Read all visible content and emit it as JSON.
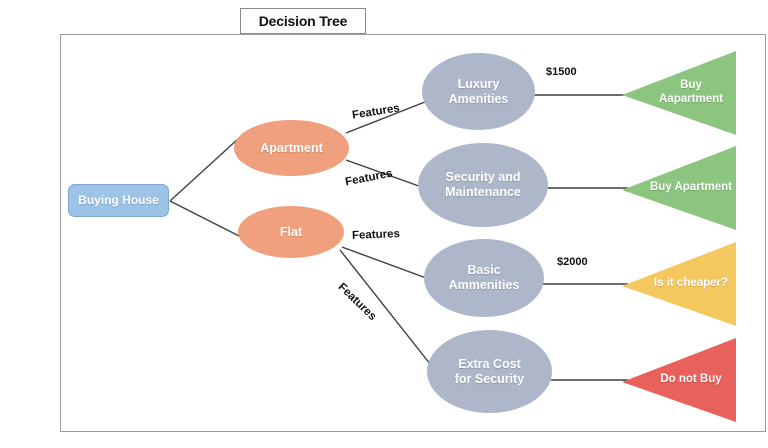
{
  "title": {
    "text": "Decision Tree"
  },
  "colors": {
    "root_fill": "#9dc3e6",
    "branch_fill": "#f0a07c",
    "feature_fill": "#aeb6c9",
    "buy_fill": "#8cc островc",
    "green": "#8cc57f",
    "yellow": "#f6c košt",
    "amber": "#f5c75f",
    "red": "#e8615c",
    "frame_border": "#9c9c9c",
    "edge_stroke": "#3f3f3f"
  },
  "nodes": {
    "root": {
      "label": "Buying House"
    },
    "apartment": {
      "label": "Apartment"
    },
    "flat": {
      "label": "Flat"
    },
    "luxury": {
      "label": "Luxury\nAmenities"
    },
    "security": {
      "label": "Security and\nMaintenance"
    },
    "basic": {
      "label": "Basic\nAmmenities"
    },
    "extracost": {
      "label": "Extra Cost\nfor Security"
    }
  },
  "leaves": {
    "buy_aapartment": {
      "label": "Buy\nAapartment",
      "color": "#8cc57f"
    },
    "buy_apartment": {
      "label": "Buy Apartment",
      "color": "#8cc57f"
    },
    "is_it_cheaper": {
      "label": "Is it cheaper?",
      "color": "#f5c75f"
    },
    "do_not_buy": {
      "label": "Do not Buy",
      "color": "#e8615c"
    }
  },
  "edge_labels": {
    "features_1": "Features",
    "features_2": "Features",
    "features_3": "Features",
    "features_4": "Features",
    "price_1": "$1500",
    "price_2": "$2000"
  },
  "chart_data": {
    "type": "tree",
    "title": "Decision Tree",
    "root": "Buying House",
    "edges": [
      {
        "from": "Buying House",
        "to": "Apartment",
        "label": ""
      },
      {
        "from": "Buying House",
        "to": "Flat",
        "label": ""
      },
      {
        "from": "Apartment",
        "to": "Luxury Amenities",
        "label": "Features"
      },
      {
        "from": "Apartment",
        "to": "Security and Maintenance",
        "label": "Features"
      },
      {
        "from": "Flat",
        "to": "Basic Ammenities",
        "label": "Features"
      },
      {
        "from": "Flat",
        "to": "Extra Cost for Security",
        "label": "Features"
      },
      {
        "from": "Luxury Amenities",
        "to": "Buy Aapartment",
        "label": "$1500"
      },
      {
        "from": "Security and Maintenance",
        "to": "Buy Apartment",
        "label": ""
      },
      {
        "from": "Basic Ammenities",
        "to": "Is it cheaper?",
        "label": "$2000"
      },
      {
        "from": "Extra Cost for Security",
        "to": "Do not Buy",
        "label": ""
      }
    ]
  }
}
